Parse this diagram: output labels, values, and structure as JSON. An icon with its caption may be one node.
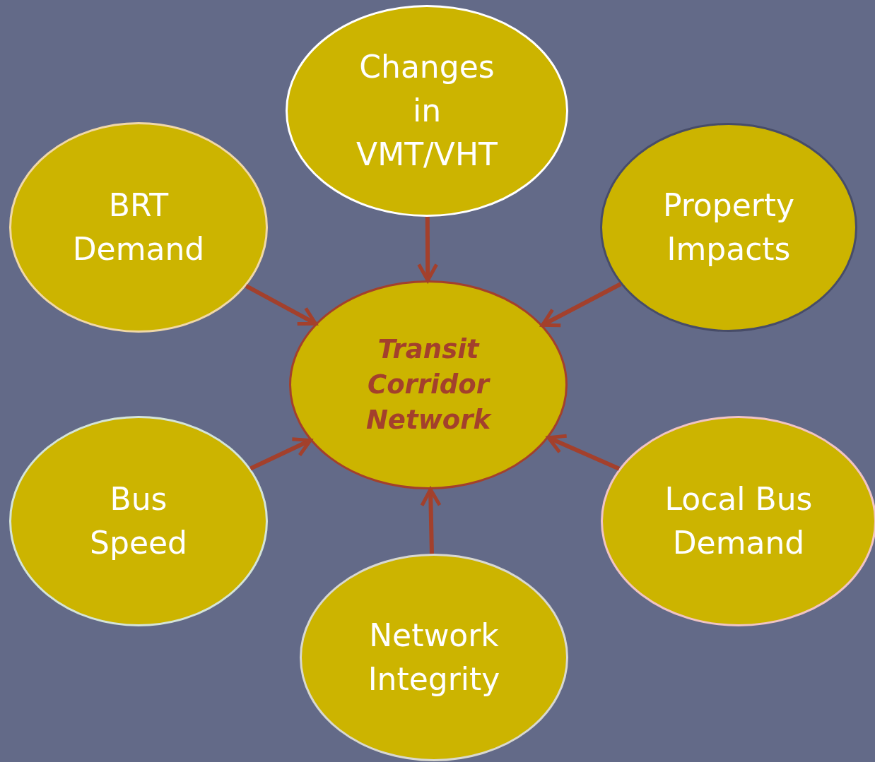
{
  "diagram": {
    "nodes": [
      {
        "text": [
          "Changes in VMT/VHT"
        ]
      },
      {
        "text": [
          "BRT Demand"
        ]
      },
      {
        "text": [
          "Property Impacts"
        ]
      },
      {
        "text": [
          "Transit Corridor Network"
        ]
      },
      {
        "text": [
          "Bus Speed"
        ]
      },
      {
        "text": [
          "Local Bus Demand"
        ]
      },
      {
        "text": [
          "Network Integrity"
        ]
      }
    ],
    "edges": [
      {
        "from": 0,
        "to": 3,
        "arrow": "to"
      },
      {
        "from": 1,
        "to": 3,
        "arrow": "to"
      },
      {
        "from": 2,
        "to": 3,
        "arrow": "to"
      },
      {
        "from": 4,
        "to": 3,
        "arrow": "to"
      },
      {
        "from": 5,
        "to": 3,
        "arrow": "to"
      },
      {
        "from": 6,
        "to": 3,
        "arrow": "to"
      }
    ]
  }
}
